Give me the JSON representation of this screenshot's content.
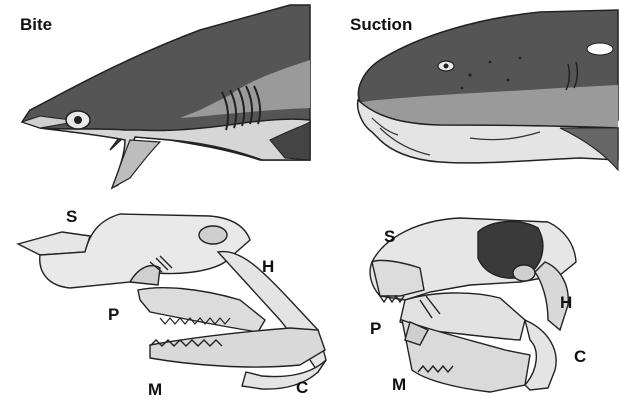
{
  "panels": {
    "bite": {
      "title": "Bite"
    },
    "suction": {
      "title": "Suction"
    }
  },
  "skull_labels": {
    "bite": {
      "S": "S",
      "P": "P",
      "H": "H",
      "M": "M",
      "C": "C"
    },
    "suction": {
      "S": "S",
      "P": "P",
      "H": "H",
      "M": "M",
      "C": "C"
    }
  }
}
